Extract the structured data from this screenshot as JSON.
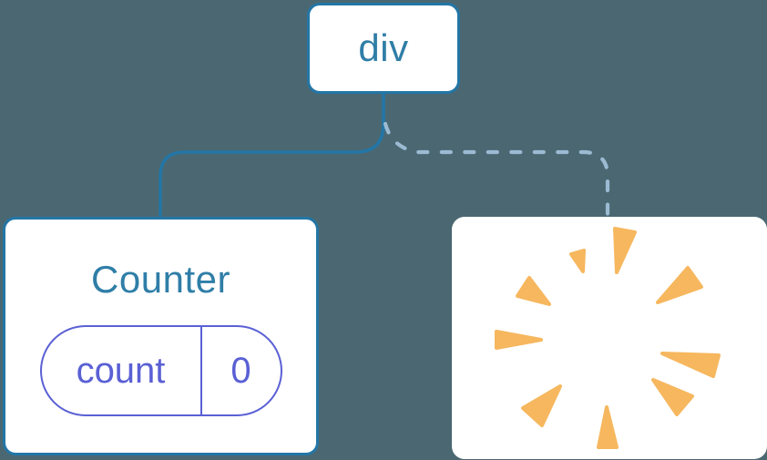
{
  "diagram": {
    "root": {
      "label": "div"
    },
    "counter": {
      "title": "Counter",
      "state_key": "count",
      "state_value": "0"
    },
    "removed": {
      "icon": "poof-burst-icon"
    }
  },
  "colors": {
    "background": "#4B6872",
    "box_background": "#FFFFFF",
    "node_border_blue": "#2376A6",
    "node_text_blue": "#2F7EA7",
    "solid_connector": "#2376A6",
    "dashed_connector": "#9CBBD3",
    "state_purple": "#5A60D4",
    "poof_orange": "#F6B75E"
  }
}
